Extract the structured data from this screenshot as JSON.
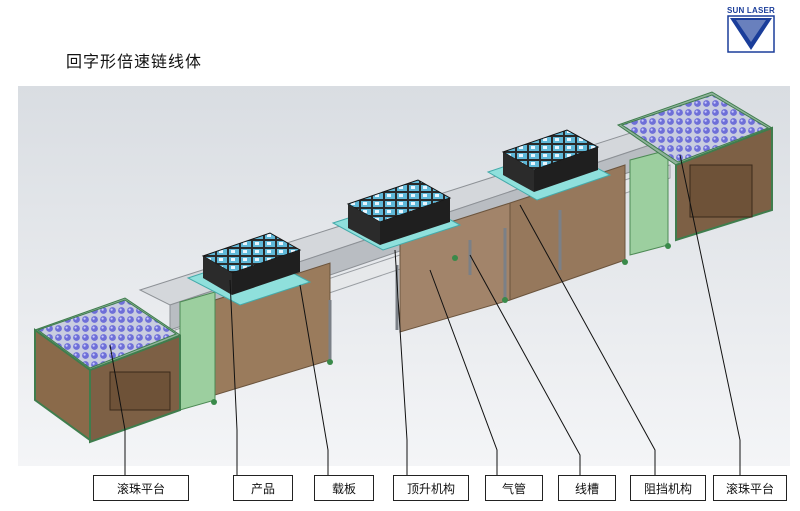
{
  "title": "回字形倍速链线体",
  "logo": {
    "text": "SUN LASER",
    "color": "#1a3d9a"
  },
  "labels": [
    "滚珠平台",
    "产品",
    "载板",
    "顶升机构",
    "气管",
    "线槽",
    "阻挡机构",
    "滚珠平台"
  ],
  "colors": {
    "frame_green": "#3f8f5a",
    "panel_brown": "#8a6a4a",
    "carrier_cyan": "#7fd8d8",
    "ball_blue": "#7c7ce0",
    "rail_gray": "#c8cbcf",
    "product_dark": "#2b2b2b"
  }
}
